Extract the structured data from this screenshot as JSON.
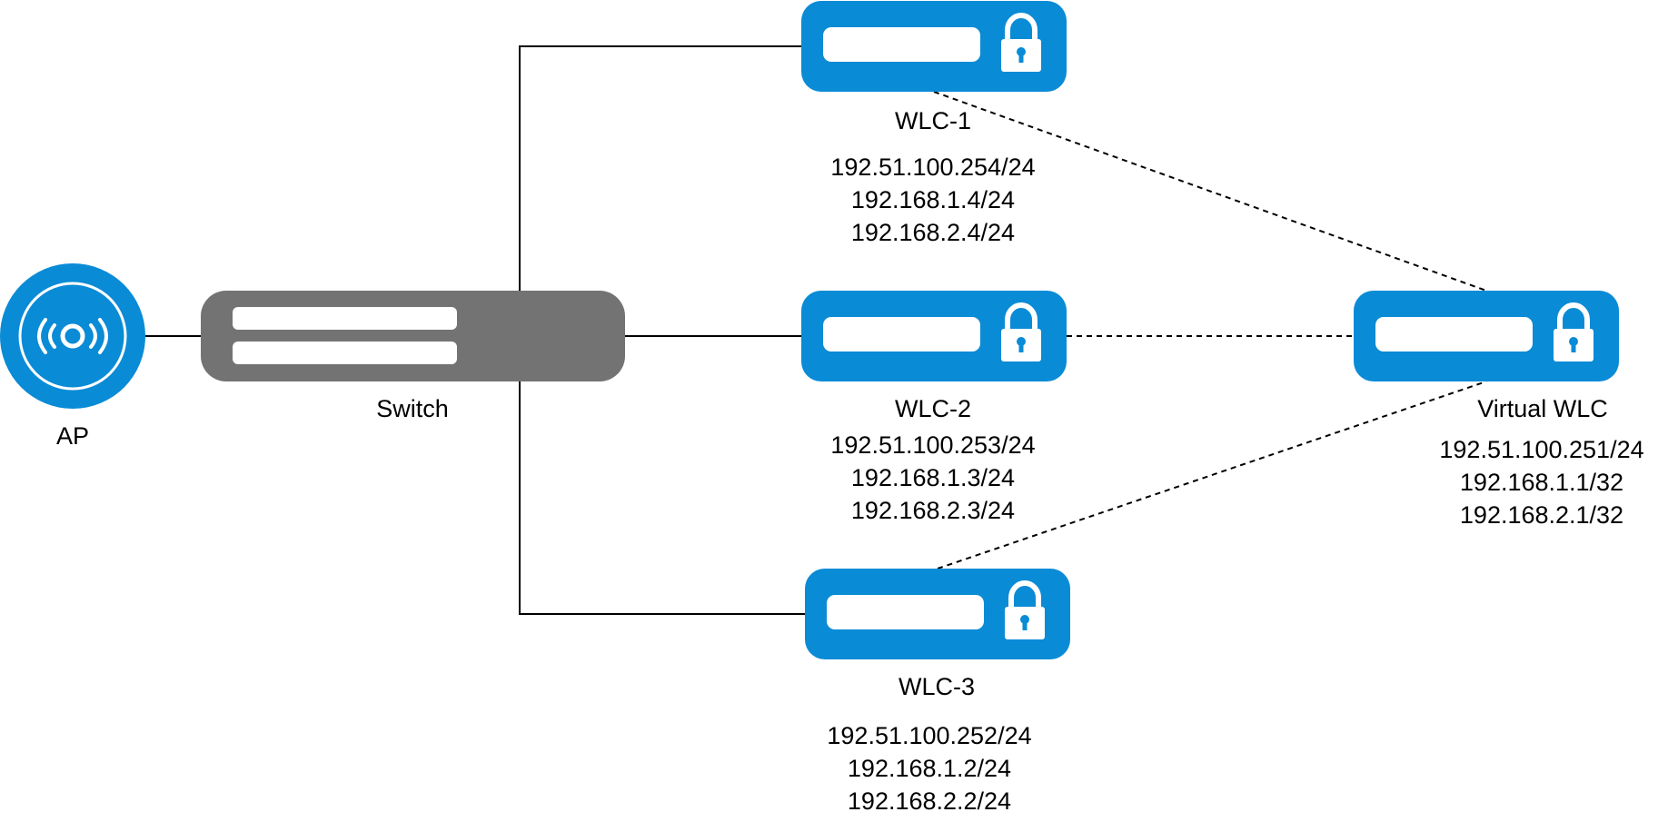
{
  "colors": {
    "device_blue": "#0a8bd6",
    "switch_gray": "#737373",
    "line": "#000000",
    "white": "#ffffff"
  },
  "ap": {
    "label": "AP",
    "icon": "wireless-access-point-icon"
  },
  "switch": {
    "label": "Switch",
    "icon": "network-switch-icon"
  },
  "controllers": [
    {
      "id": "wlc-1",
      "label": "WLC-1",
      "icon": "wlc-lock-icon",
      "ips": [
        "192.51.100.254/24",
        "192.168.1.4/24",
        "192.168.2.4/24"
      ]
    },
    {
      "id": "wlc-2",
      "label": "WLC-2",
      "icon": "wlc-lock-icon",
      "ips": [
        "192.51.100.253/24",
        "192.168.1.3/24",
        "192.168.2.3/24"
      ]
    },
    {
      "id": "wlc-3",
      "label": "WLC-3",
      "icon": "wlc-lock-icon",
      "ips": [
        "192.51.100.252/24",
        "192.168.1.2/24",
        "192.168.2.2/24"
      ]
    },
    {
      "id": "virtual-wlc",
      "label": "Virtual WLC",
      "icon": "wlc-lock-icon",
      "ips": [
        "192.51.100.251/24",
        "192.168.1.1/32",
        "192.168.2.1/32"
      ]
    }
  ],
  "links": [
    {
      "from": "ap",
      "to": "switch",
      "style": "solid"
    },
    {
      "from": "switch",
      "to": "wlc-1",
      "style": "solid"
    },
    {
      "from": "switch",
      "to": "wlc-2",
      "style": "solid"
    },
    {
      "from": "switch",
      "to": "wlc-3",
      "style": "solid"
    },
    {
      "from": "wlc-1",
      "to": "virtual-wlc",
      "style": "dashed"
    },
    {
      "from": "wlc-2",
      "to": "virtual-wlc",
      "style": "dashed"
    },
    {
      "from": "wlc-3",
      "to": "virtual-wlc",
      "style": "dashed"
    }
  ]
}
